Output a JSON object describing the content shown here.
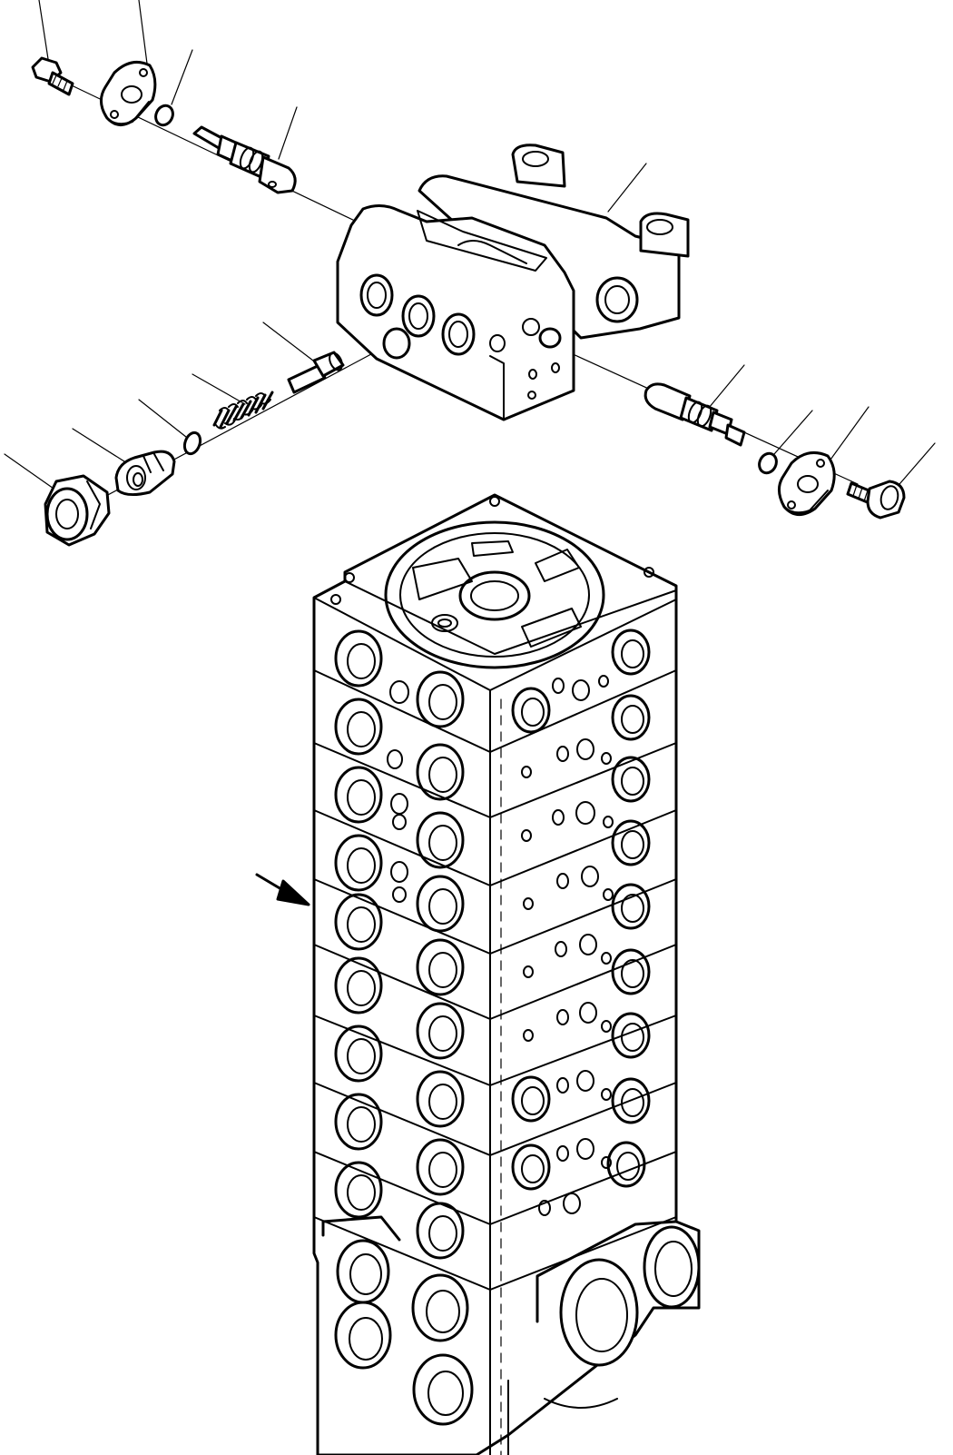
{
  "diagram": {
    "callouts": [],
    "parts": [
      "cap-screw",
      "flange-plate",
      "o-ring",
      "spool-shaft",
      "valve-block-housing",
      "check-poppet",
      "compression-spring",
      "o-ring",
      "poppet-seat",
      "plug-nut",
      "spool-shaft",
      "o-ring",
      "flange-plate",
      "cap-screw",
      "control-valve-stack",
      "view-arrow"
    ]
  }
}
